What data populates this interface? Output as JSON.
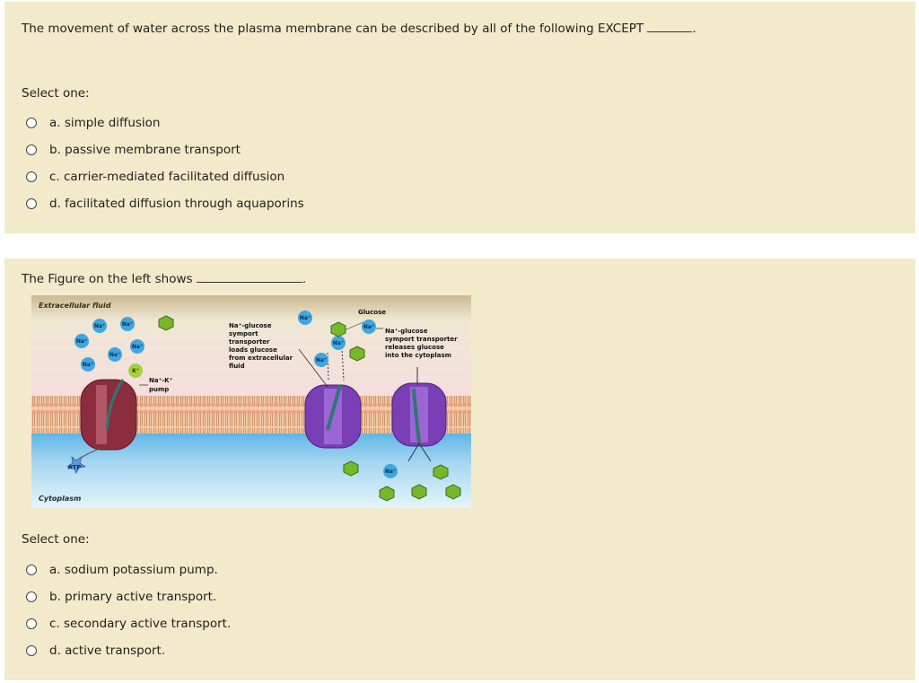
{
  "question1": {
    "text": "The movement of water across the plasma membrane can be described by all of the following EXCEPT",
    "trail": ".",
    "select_label": "Select one:",
    "options": [
      "a. simple diffusion",
      "b. passive membrane transport",
      "c. carrier-mediated facilitated diffusion",
      "d. facilitated diffusion through aquaporins"
    ]
  },
  "question2": {
    "text": "The Figure on the left shows",
    "trail": ".",
    "select_label": "Select one:",
    "options": [
      "a. sodium potassium pump.",
      "b. primary active transport.",
      "c. secondary active transport.",
      "d. active transport."
    ],
    "figure": {
      "extracellular_label": "Extracellular fluid",
      "cytoplasm_label": "Cytoplasm",
      "glucose_label": "Glucose",
      "pump_label_1": "Na⁺-K⁺",
      "pump_label_2": "pump",
      "symport_loads": [
        "Na⁺-glucose",
        "symport",
        "transporter",
        "loads glucose",
        "from extracellular",
        "fluid"
      ],
      "symport_releases": [
        "Na⁺-glucose",
        "symport transporter",
        "releases glucose",
        "into the cytoplasm"
      ],
      "na": "Na⁺",
      "k": "K⁺",
      "atp": "ATP"
    }
  }
}
